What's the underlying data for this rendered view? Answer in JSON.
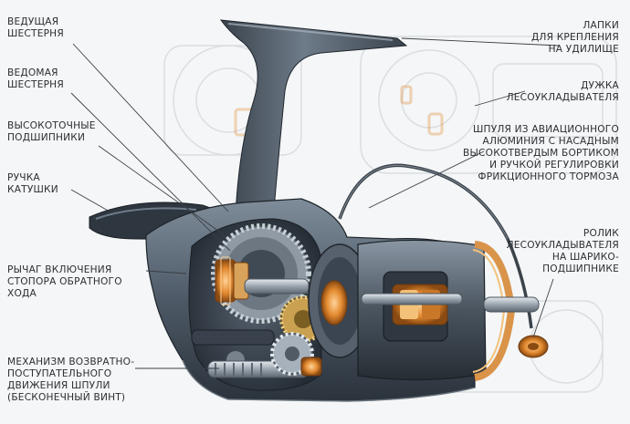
{
  "colors": {
    "body": "#4d5966",
    "body_dark": "#2b333c",
    "body_light": "#8a98a6",
    "cutaway": "#3b4552",
    "gear": "#8f9aa5",
    "orange": "#e2892f",
    "bronze": "#c98a3b",
    "line": "#3a3f45",
    "text": "#2c2f33"
  },
  "labels": {
    "drive_gear": [
      "ВЕДУЩАЯ",
      "ШЕСТЕРНЯ"
    ],
    "driven_gear": [
      "ВЕДОМАЯ",
      "ШЕСТЕРНЯ"
    ],
    "bearings": [
      "ВЫСОКОТОЧНЫЕ",
      "ПОДШИПНИКИ"
    ],
    "handle": [
      "РУЧКА",
      "КАТУШКИ"
    ],
    "anti_reverse": [
      "РЫЧАГ ВКЛЮЧЕНИЯ",
      "СТОПОРА ОБРАТНОГО",
      "ХОДА"
    ],
    "oscillation": [
      "МЕХАНИЗМ ВОЗВРАТНО-",
      "ПОСТУПАТЕЛЬНОГО",
      "ДВИЖЕНИЯ ШПУЛИ",
      "(БЕСКОНЕЧНЫЙ ВИНТ)"
    ],
    "reel_foot": [
      "ЛАПКИ",
      "ДЛЯ КРЕПЛЕНИЯ",
      "НА УДИЛИЩЕ"
    ],
    "bail": [
      "ДУЖКА",
      "ЛЕСОУКЛАДЫВАТЕЛЯ"
    ],
    "spool": [
      "ШПУЛЯ ИЗ АВИАЦИОННОГО",
      "АЛЮМИНИЯ С НАСАДНЫМ",
      "ВЫСОКОТВЕРДЫМ БОРТИКОМ",
      "И РУЧКОЙ РЕГУЛИРОВКИ",
      "ФРИКЦИОННОГО ТОРМОЗА"
    ],
    "line_roller": [
      "РОЛИК",
      "ЛЕСОУКЛАДЫВАТЕЛЯ",
      "НА ШАРИКО-",
      "ПОДШИПНИКЕ"
    ]
  }
}
